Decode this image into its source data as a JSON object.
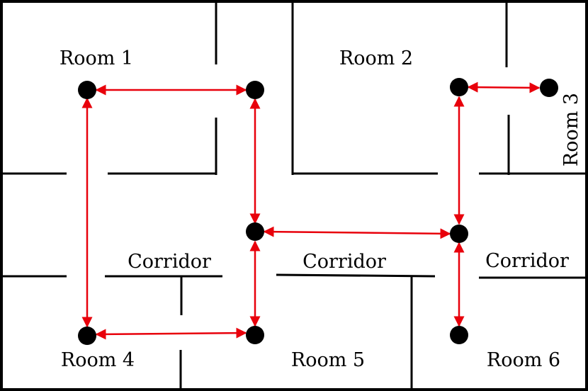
{
  "diagram": {
    "labels": {
      "room1": "Room 1",
      "room2": "Room 2",
      "room3": "Room 3",
      "room4": "Room 4",
      "room5": "Room 5",
      "room6": "Room 6",
      "corridor_left": "Corridor",
      "corridor_middle": "Corridor",
      "corridor_right": "Corridor"
    },
    "colors": {
      "edge": "#e8000b",
      "node": "#000000",
      "wall": "#000000"
    },
    "nodes": [
      "room-1-node-left",
      "room-1-node-right",
      "room-2-node",
      "room-3-node",
      "corridor-node-middle",
      "corridor-node-right",
      "room-4-node",
      "room-5-node",
      "room-6-node"
    ],
    "edges": [
      [
        "room-1-node-left",
        "room-1-node-right"
      ],
      [
        "room-1-node-left",
        "room-4-node"
      ],
      [
        "room-1-node-right",
        "corridor-node-middle"
      ],
      [
        "room-2-node",
        "room-3-node"
      ],
      [
        "room-2-node",
        "corridor-node-right"
      ],
      [
        "corridor-node-middle",
        "corridor-node-right"
      ],
      [
        "corridor-node-middle",
        "room-5-node"
      ],
      [
        "corridor-node-right",
        "room-6-node"
      ],
      [
        "room-4-node",
        "room-5-node"
      ]
    ]
  }
}
